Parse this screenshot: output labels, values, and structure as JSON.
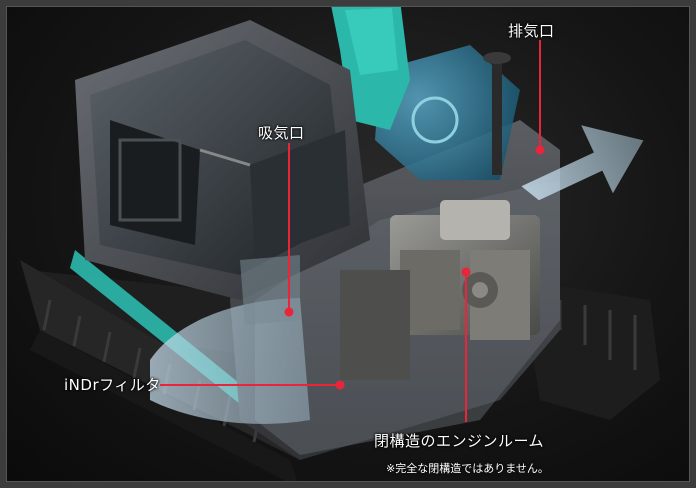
{
  "callouts": {
    "exhaust": "排気口",
    "intake": "吸気口",
    "filter": "iNDrフィルタ",
    "enclosure": "閉構造のエンジンルーム"
  },
  "footnote": "※完全な閉構造ではありません。",
  "colors": {
    "callout_line": "#e8253a",
    "accent_teal": "#2ec4b6",
    "airflow": "#b9d2e0",
    "machine_body": "#4a4d52"
  },
  "icons": {
    "exhaust_marker": "red-dot",
    "intake_marker": "red-dot",
    "filter_marker": "red-dot",
    "enclosure_marker": "red-dot"
  }
}
